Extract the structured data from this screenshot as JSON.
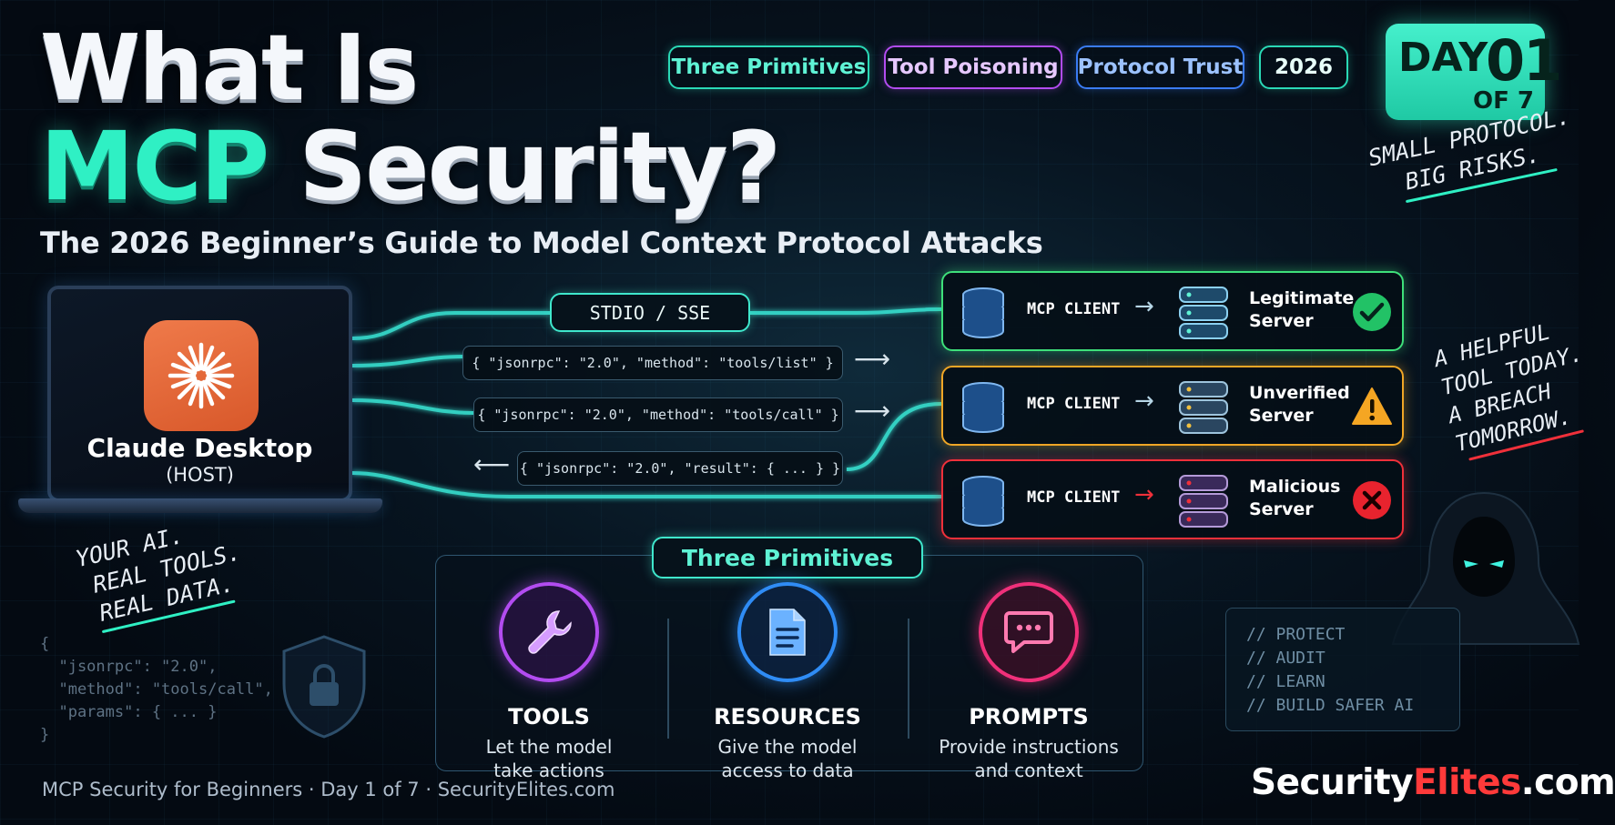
{
  "title": {
    "line1": "What Is",
    "mcp": "MCP",
    "security": "Security?",
    "subtitle": "The 2026 Beginner’s Guide to Model Context Protocol Attacks"
  },
  "tags": [
    "Three Primitives",
    "Tool Poisoning",
    "Protocol Trust",
    "2026"
  ],
  "day_badge": {
    "day": "DAY",
    "number": "01",
    "of": "OF 7"
  },
  "notes": {
    "top_right": [
      "SMALL PROTOCOL.",
      "BIG RISKS."
    ],
    "mid_right": [
      "A HELPFUL",
      "TOOL TODAY.",
      "A BREACH",
      "TOMORROW."
    ],
    "left": [
      "YOUR AI.",
      "REAL TOOLS.",
      "REAL DATA."
    ]
  },
  "host": {
    "name": "Claude Desktop",
    "role": "(HOST)"
  },
  "transport": "STDIO / SSE",
  "messages": [
    "{ \"jsonrpc\": \"2.0\", \"method\": \"tools/list\" }",
    "{ \"jsonrpc\": \"2.0\", \"method\": \"tools/call\" }",
    "{ \"jsonrpc\": \"2.0\", \"result\": { ... } }"
  ],
  "servers": [
    {
      "client": "MCP CLIENT",
      "name_line1": "Legitimate",
      "name_line2": "Server",
      "status": "check",
      "color": "#3ee07a"
    },
    {
      "client": "MCP CLIENT",
      "name_line1": "Unverified",
      "name_line2": "Server",
      "status": "warning",
      "color": "#f0a626"
    },
    {
      "client": "MCP CLIENT",
      "name_line1": "Malicious",
      "name_line2": "Server",
      "status": "cross",
      "color": "#f0303a"
    }
  ],
  "primitives": {
    "title": "Three Primitives",
    "items": [
      {
        "name": "TOOLS",
        "desc1": "Let the model",
        "desc2": "take actions",
        "icon": "wrench-icon",
        "color": "#b24cf0"
      },
      {
        "name": "RESOURCES",
        "desc1": "Give the model",
        "desc2": "access to data",
        "icon": "document-icon",
        "color": "#2f8cf5"
      },
      {
        "name": "PROMPTS",
        "desc1": "Provide instructions",
        "desc2": "and context",
        "icon": "chat-icon",
        "color": "#f0307a"
      }
    ]
  },
  "side_code": [
    "{",
    "  \"jsonrpc\": \"2.0\",",
    "  \"method\": \"tools/call\",",
    "  \"params\": { ... }",
    "}"
  ],
  "terminal": [
    "// PROTECT",
    "// AUDIT",
    "// LEARN",
    "// BUILD SAFER AI"
  ],
  "footer": "MCP Security for Beginners · Day 1 of 7 · SecurityElites.com",
  "brand": {
    "part1": "Security",
    "part2": "Elites",
    "part3": ".com"
  }
}
